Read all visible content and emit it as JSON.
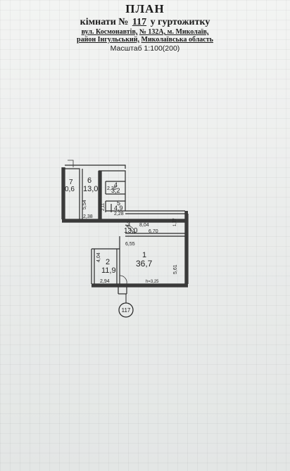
{
  "header": {
    "title": "ПЛАН",
    "room_prefix": "кімнати №",
    "room_number": "117",
    "room_suffix": "у гуртожитку",
    "street": "вул. Космонавтів,",
    "house": "№ 132А, м. Миколаїв,",
    "district": "район Інгульський,",
    "region": "Миколаївська область",
    "scale": "Масштаб 1:100(200)"
  },
  "rooms": [
    {
      "id": "7",
      "area": "0,6"
    },
    {
      "id": "6",
      "area": "13,0"
    },
    {
      "id": "4",
      "area": "3,2"
    },
    {
      "id": "5",
      "area": "4,9"
    },
    {
      "id": "3",
      "area": "13,0"
    },
    {
      "id": "1",
      "area": "36,7"
    },
    {
      "id": "2",
      "area": "11,9"
    }
  ],
  "dimensions": {
    "d_554": "5,54",
    "d_225": "2,25",
    "d_211": "2,11",
    "d_228": "2,28",
    "d_238": "2,38",
    "d_804": "8,04",
    "d_177": "1,77",
    "d_670": "6,70",
    "d_655": "6,55",
    "d_404": "4,04",
    "d_561": "5,61",
    "d_294": "2,94",
    "height": "h=3,25"
  },
  "marker": "117"
}
